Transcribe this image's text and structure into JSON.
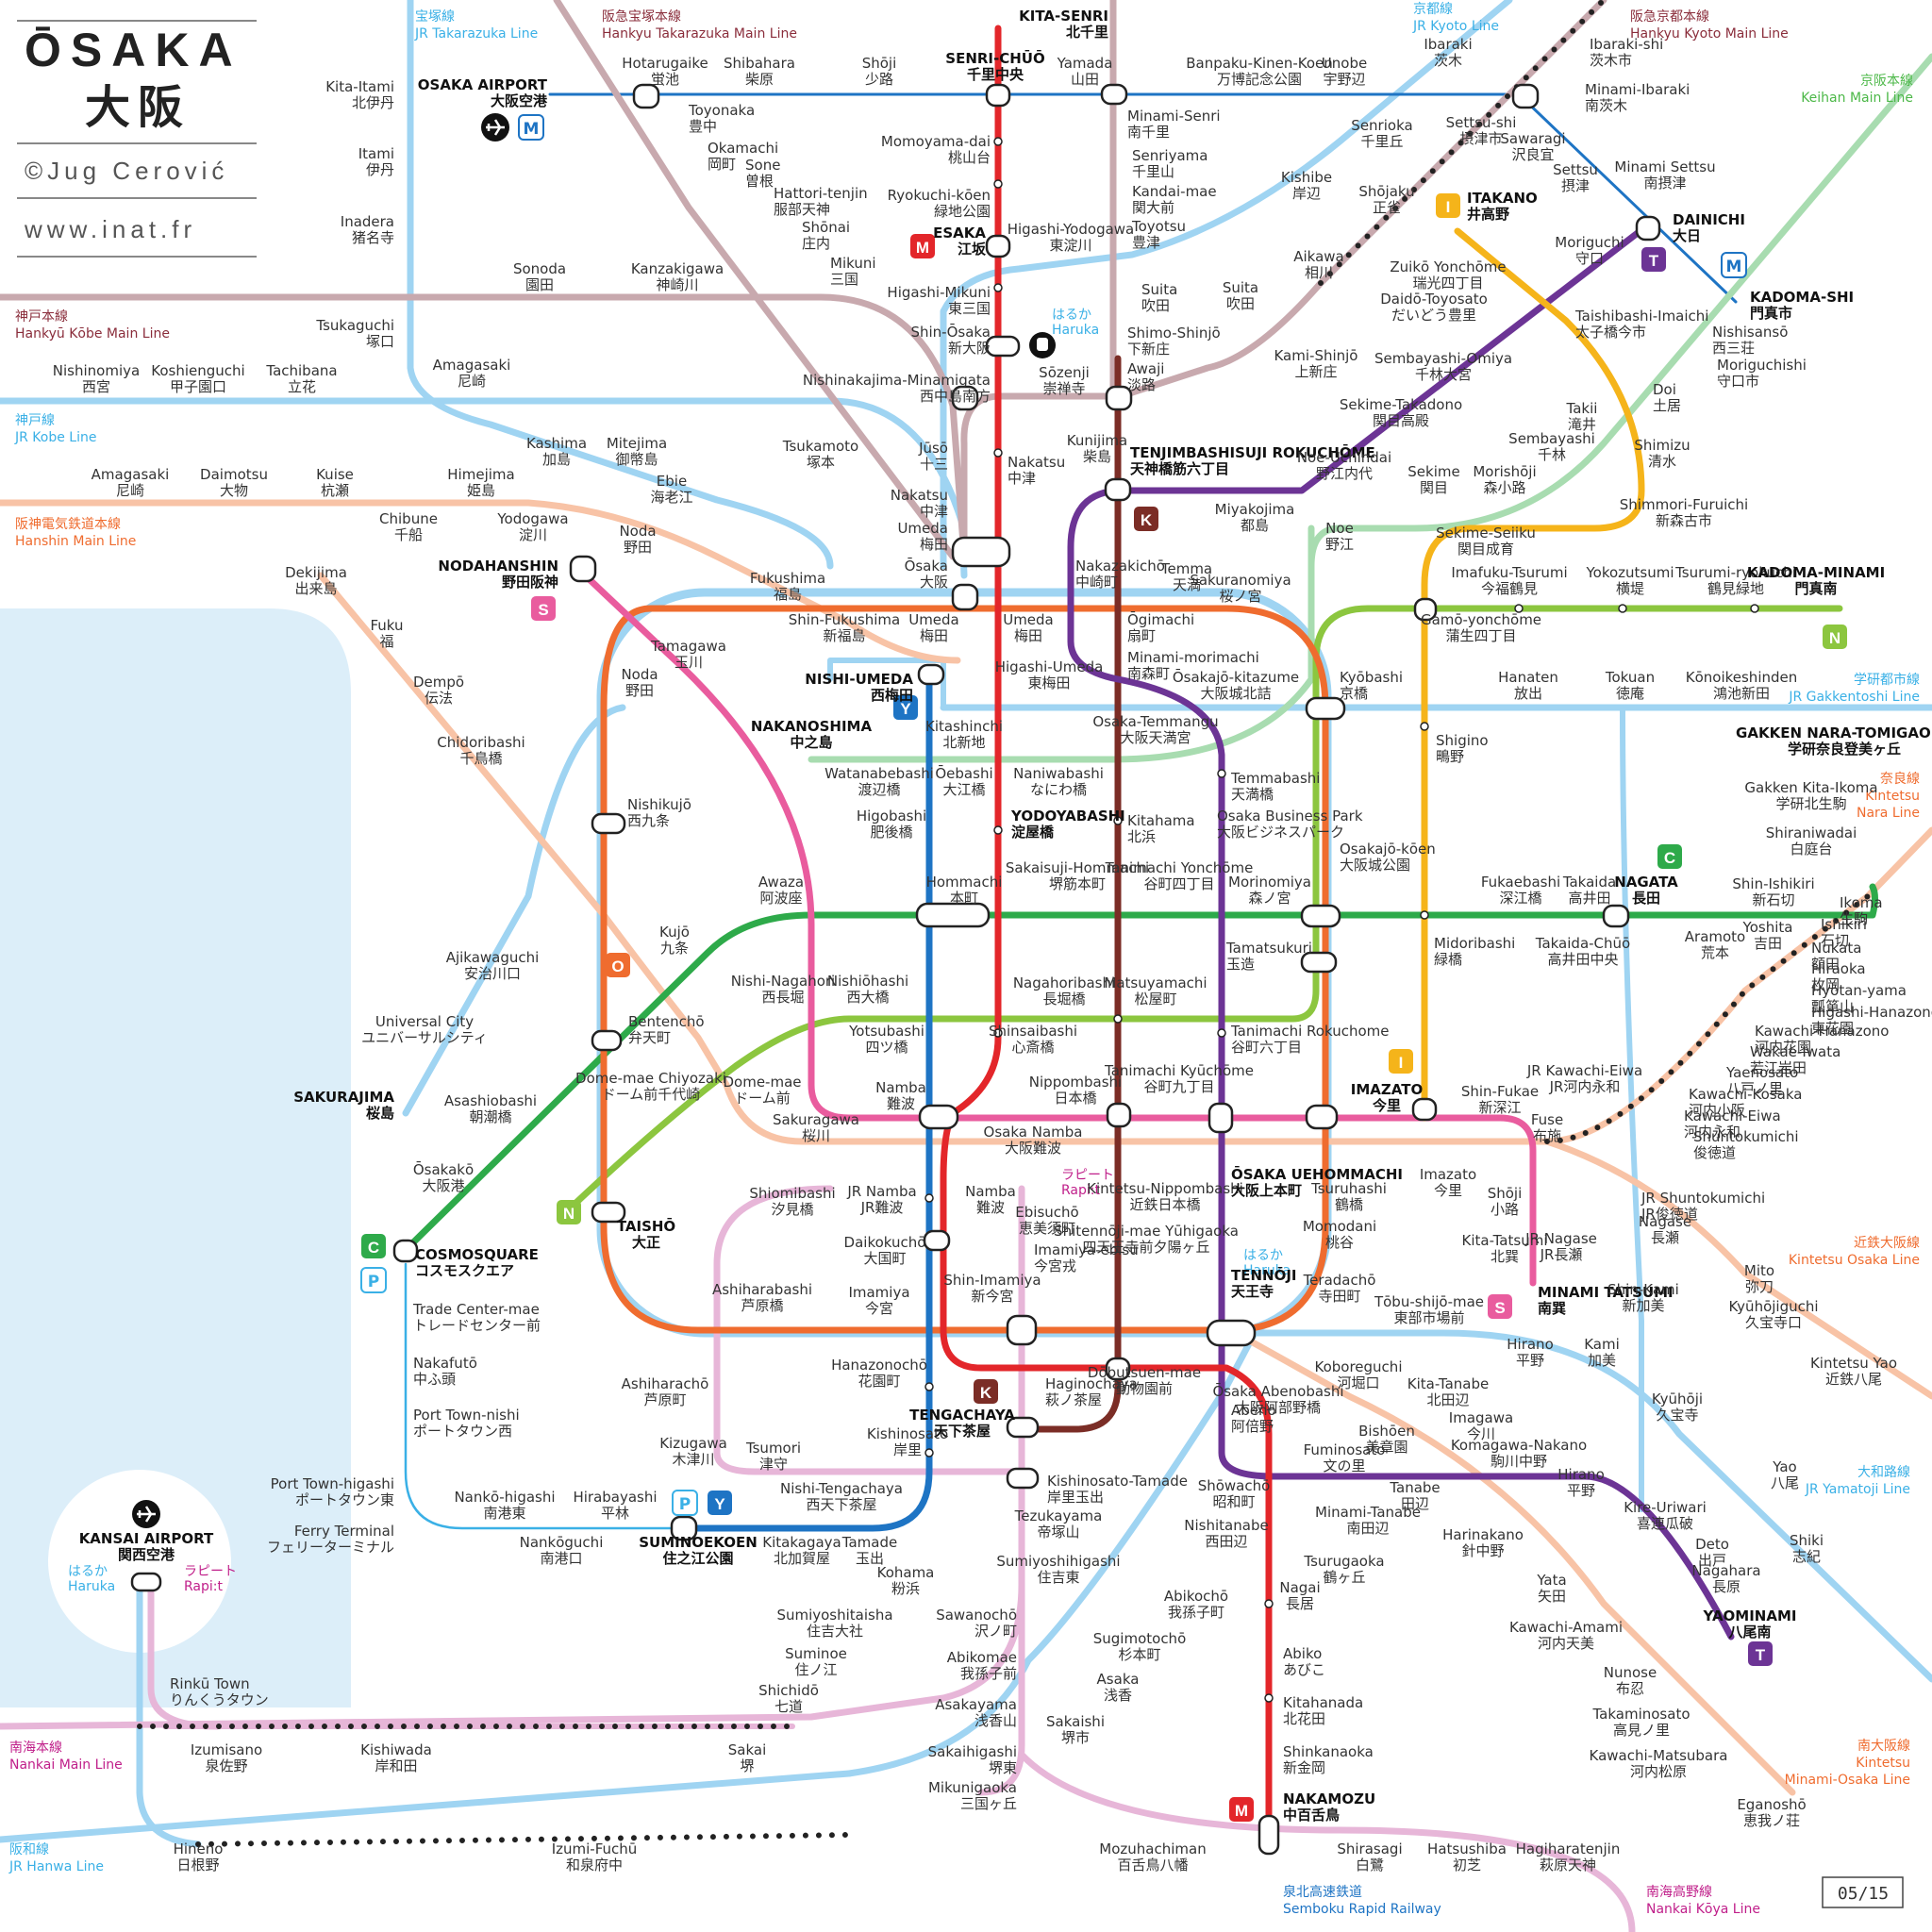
{
  "header": {
    "title": "ŌSAKA",
    "title_kanji": "大阪",
    "author": "©Jug Cerović",
    "website": "www.inat.fr"
  },
  "page_number": "05/15",
  "colors": {
    "midosuji": "#e3262a",
    "tanimachi": "#6c3495",
    "yotsubashi": "#1e74c4",
    "chuo": "#2eaa4a",
    "sennichimae": "#e95c9e",
    "sakaisuji": "#7b2d26",
    "nagahori": "#8cc63f",
    "imazatosuji": "#f5b41a",
    "jr": "#9fd4f2",
    "hankyu": "#c8a9ae",
    "hanshin": "#f8c3a6",
    "keihan": "#a8dcb0",
    "nankai": "#e7b6d8",
    "kintetsu": "#f8c3a6",
    "loop": "#ef6c2f"
  },
  "badges": {
    "M": "M",
    "T": "T",
    "Y": "Y",
    "C": "C",
    "S": "S",
    "K": "K",
    "N": "N",
    "I": "I",
    "O": "O",
    "P": "P"
  },
  "line_labels": {
    "jr_takarazuka_jp": "宝塚線",
    "jr_takarazuka": "JR Takarazuka Line",
    "hk_takarazuka_jp": "阪急宝塚本線",
    "hk_takarazuka": "Hankyu Takarazuka Main Line",
    "jr_kyoto_jp": "京都線",
    "jr_kyoto": "JR Kyoto Line",
    "hk_kyoto_jp": "阪急京都本線",
    "hk_kyoto": "Hankyu Kyoto Main Line",
    "keihan_jp": "京阪本線",
    "keihan": "Keihan Main Line",
    "hk_kobe_jp": "神戸本線",
    "hk_kobe": "Hankyū Kōbe Main Line",
    "jr_kobe_jp": "神戸線",
    "jr_kobe": "JR Kobe Line",
    "hanshin_jp": "阪神電気鉄道本線",
    "hanshin": "Hanshin Main Line",
    "gakkentoshi_jp": "学研都市線",
    "gakkentoshi": "JR Gakkentoshi Line",
    "nara_jp": "奈良線",
    "nara1": "Kintetsu",
    "nara2": "Nara Line",
    "kosaka_jp": "近鉄大阪線",
    "kosaka": "Kintetsu Osaka Line",
    "yamatoji_jp": "大和路線",
    "yamatoji": "JR Yamatoji Line",
    "minamiosaka_jp": "南大阪線",
    "minamiosaka1": "Kintetsu",
    "minamiosaka2": "Minami-Osaka Line",
    "nankai_main_jp": "南海本線",
    "nankai_main": "Nankai Main Line",
    "hanwa_jp": "阪和線",
    "hanwa": "JR Hanwa Line",
    "semboku_jp": "泉北高速鉄道",
    "semboku": "Semboku Rapid Railway",
    "koya_jp": "南海高野線",
    "koya": "Nankai Kōya Line"
  },
  "airport_labels": {
    "haruka_jp": "はるか",
    "haruka": "Haruka",
    "rapit_jp": "ラピート",
    "rapit": "Rapi:t"
  },
  "stations": {
    "kita_senri": [
      "KITA-SENRI",
      "北千里"
    ],
    "osaka_airport": [
      "OSAKA AIRPORT",
      "大阪空港"
    ],
    "hotarugaike": [
      "Hotarugaike",
      "蛍池"
    ],
    "shibahara": [
      "Shibahara",
      "柴原"
    ],
    "shoji": [
      "Shōji",
      "少路"
    ],
    "senri_chuo": [
      "SENRI-CHŪŌ",
      "千里中央"
    ],
    "yamada": [
      "Yamada",
      "山田"
    ],
    "banpaku": [
      "Banpaku-Kinen-Koen",
      "万博記念公園"
    ],
    "unobe": [
      "Unobe",
      "宇野辺"
    ],
    "ibaraki": [
      "Ibaraki",
      "茨木"
    ],
    "ibaraki_shi": [
      "Ibaraki-shi",
      "茨木市"
    ],
    "kita_itami": [
      "Kita-Itami",
      "北伊丹"
    ],
    "itami": [
      "Itami",
      "伊丹"
    ],
    "inadera": [
      "Inadera",
      "猪名寺"
    ],
    "toyonaka": [
      "Toyonaka",
      "豊中"
    ],
    "okamachi": [
      "Okamachi",
      "岡町"
    ],
    "sone": [
      "Sone",
      "曽根"
    ],
    "hattori": [
      "Hattori-tenjin",
      "服部天神"
    ],
    "shonai": [
      "Shōnai",
      "庄内"
    ],
    "mikuni": [
      "Mikuni",
      "三国"
    ],
    "momoyamadai": [
      "Momoyama-dai",
      "桃山台"
    ],
    "ryokuchi": [
      "Ryokuchi-kōen",
      "緑地公園"
    ],
    "esaka": [
      "ESAKA",
      "江坂"
    ],
    "minami_senri": [
      "Minami-Senri",
      "南千里"
    ],
    "senriyama": [
      "Senriyama",
      "千里山"
    ],
    "kandaimae": [
      "Kandai-mae",
      "関大前"
    ],
    "toyotsu": [
      "Toyotsu",
      "豊津"
    ],
    "senrioka": [
      "Senrioka",
      "千里丘"
    ],
    "settsu_shi": [
      "Settsu-shi",
      "摂津市"
    ],
    "minami_ibaraki": [
      "Minami-Ibaraki",
      "南茨木"
    ],
    "sawaragi": [
      "Sawaragi",
      "沢良宜"
    ],
    "kishibe": [
      "Kishibe",
      "岸辺"
    ],
    "shojaku": [
      "Shōjaku",
      "正雀"
    ],
    "settsu": [
      "Settsu",
      "摂津"
    ],
    "minami_settsu": [
      "Minami Settsu",
      "南摂津"
    ],
    "itakano": [
      "ITAKANO",
      "井高野"
    ],
    "dainichi": [
      "DAINICHI",
      "大日"
    ],
    "kadoma_shi": [
      "KADOMA-SHI",
      "門真市"
    ],
    "sonoda": [
      "Sonoda",
      "園田"
    ],
    "kanzakigawa": [
      "Kanzakigawa",
      "神崎川"
    ],
    "higashi_yodogawa": [
      "Higashi-Yodogawa",
      "東淀川"
    ],
    "higashi_mikuni": [
      "Higashi-Mikuni",
      "東三国"
    ],
    "suita_h": [
      "Suita",
      "吹田"
    ],
    "suita_jr": [
      "Suita",
      "吹田"
    ],
    "aikawa": [
      "Aikawa",
      "相川"
    ],
    "zuiko": [
      "Zuikō Yonchōme",
      "瑞光四丁目"
    ],
    "moriguchi": [
      "Moriguchi",
      "守口"
    ],
    "tsukaguchi": [
      "Tsukaguchi",
      "塚口"
    ],
    "shin_osaka": [
      "Shin-Ōsaka",
      "新大阪"
    ],
    "shimo_shinjo": [
      "Shimo-Shinjō",
      "下新庄"
    ],
    "kami_shinjo": [
      "Kami-Shinjō",
      "上新庄"
    ],
    "daido_toyosato": [
      "Daidō-Toyosato",
      "だいどう豊里"
    ],
    "taishibashi": [
      "Taishibashi-Imaichi",
      "太子橋今市"
    ],
    "nishisanso": [
      "Nishisansō",
      "西三荘"
    ],
    "nishinomiya": [
      "Nishinomiya",
      "西宮"
    ],
    "koshienguchi": [
      "Koshienguchi",
      "甲子園口"
    ],
    "tachibana": [
      "Tachibana",
      "立花"
    ],
    "amagasaki_jr": [
      "Amagasaki",
      "尼崎"
    ],
    "nishinakajima": [
      "Nishinakajima-Minamigata",
      "西中島南方"
    ],
    "sozenji": [
      "Sōzenji",
      "崇禅寺"
    ],
    "awaji": [
      "Awaji",
      "淡路"
    ],
    "sembayashi_omiya": [
      "Sembayashi-Omiya",
      "千林大宮"
    ],
    "moriguchishi": [
      "Moriguchishi",
      "守口市"
    ],
    "doi": [
      "Doi",
      "土居"
    ],
    "kashima": [
      "Kashima",
      "加島"
    ],
    "mitejima": [
      "Mitejima",
      "御幣島"
    ],
    "tsukamoto": [
      "Tsukamoto",
      "塚本"
    ],
    "juso": [
      "Jūsō",
      "十三"
    ],
    "kunijima": [
      "Kunijima",
      "柴島"
    ],
    "sekime_takadono": [
      "Sekime-Takadono",
      "関目高殿"
    ],
    "takii": [
      "Takii",
      "滝井"
    ],
    "shimizu": [
      "Shimizu",
      "清水"
    ],
    "sembayashi": [
      "Sembayashi",
      "千林"
    ],
    "amagasaki_hs": [
      "Amagasaki",
      "尼崎"
    ],
    "daimotsu": [
      "Daimotsu",
      "大物"
    ],
    "kuise": [
      "Kuise",
      "杭瀬"
    ],
    "himejima": [
      "Himejima",
      "姫島"
    ],
    "chibune": [
      "Chibune",
      "千船"
    ],
    "yodogawa": [
      "Yodogawa",
      "淀川"
    ],
    "ebie": [
      "Ebie",
      "海老江"
    ],
    "noda_hs": [
      "Noda",
      "野田"
    ],
    "nodahanshin": [
      "NODAHANSHIN",
      "野田阪神"
    ],
    "nakatsu_h": [
      "Nakatsu",
      "中津"
    ],
    "nakatsu_m": [
      "Nakatsu",
      "中津"
    ],
    "tenjimbashi": [
      "TENJIMBASHISUJI ROKUCHŌME",
      "天神橋筋六丁目"
    ],
    "noe_uchindai": [
      "Noe-Uchindai",
      "野江内代"
    ],
    "sekime": [
      "Sekime",
      "関目"
    ],
    "morishoji": [
      "Morishōji",
      "森小路"
    ],
    "shimmori": [
      "Shimmori-Furuichi",
      "新森古市"
    ],
    "miyakojima": [
      "Miyakojima",
      "都島"
    ],
    "noe": [
      "Noe",
      "野江"
    ],
    "sekime_seiiku": [
      "Sekime-Seiiku",
      "関目成育"
    ],
    "dekijima": [
      "Dekijima",
      "出来島"
    ],
    "umeda_h": [
      "Umeda",
      "梅田"
    ],
    "osaka": [
      "Ōsaka",
      "大阪"
    ],
    "nakazakicho": [
      "Nakazakichō",
      "中崎町"
    ],
    "temma": [
      "Temma",
      "天満"
    ],
    "sakuranomiya": [
      "Sakuranomiya",
      "桜ノ宮"
    ],
    "imafuku": [
      "Imafuku-Tsurumi",
      "今福鶴見"
    ],
    "yokozutsumi": [
      "Yokozutsumi",
      "横堤"
    ],
    "tsurumi_ryokuchi": [
      "Tsurumi-ryokuchi",
      "鶴見緑地"
    ],
    "kadoma_minami": [
      "KADOMA-MINAMI",
      "門真南"
    ],
    "fuku": [
      "Fuku",
      "福"
    ],
    "fukushima": [
      "Fukushima",
      "福島"
    ],
    "shin_fukushima": [
      "Shin-Fukushima",
      "新福島"
    ],
    "umeda_y": [
      "Umeda",
      "梅田"
    ],
    "umeda_m": [
      "Umeda",
      "梅田"
    ],
    "ogimachi": [
      "Ōgimachi",
      "扇町"
    ],
    "gamo": [
      "Gamō-yonchōme",
      "蒲生四丁目"
    ],
    "tamagawa": [
      "Tamagawa",
      "玉川"
    ],
    "noda": [
      "Noda",
      "野田"
    ],
    "nishi_umeda": [
      "NISHI-UMEDA",
      "西梅田"
    ],
    "higashi_umeda": [
      "Higashi-Umeda",
      "東梅田"
    ],
    "minami_morimachi": [
      "Minami-morimachi",
      "南森町"
    ],
    "osakajo_kitazume": [
      "Ōsakajō-kitazume",
      "大阪城北詰"
    ],
    "kyobashi": [
      "Kyōbashi",
      "京橋"
    ],
    "hanaten": [
      "Hanaten",
      "放出"
    ],
    "tokuan": [
      "Tokuan",
      "徳庵"
    ],
    "konoikeshinden": [
      "Kōnoikeshinden",
      "鴻池新田"
    ],
    "dempo": [
      "Dempō",
      "伝法"
    ],
    "kitashinchi": [
      "Kitashinchi",
      "北新地"
    ],
    "osaka_temmangu": [
      "Osaka-Temmangu",
      "大阪天満宮"
    ],
    "shigino": [
      "Shigino",
      "鴫野"
    ],
    "gakken_nara": [
      "GAKKEN NARA-TOMIGAOKA",
      "学研奈良登美ヶ丘"
    ],
    "nakanoshima": [
      "NAKANOSHIMA",
      "中之島"
    ],
    "watanabebashi": [
      "Watanabebashi",
      "渡辺橋"
    ],
    "oebashi": [
      "Ōebashi",
      "大江橋"
    ],
    "naniwabashi": [
      "Naniwabashi",
      "なにわ橋"
    ],
    "temmabashi": [
      "Temmabashi",
      "天満橋"
    ],
    "chidoribashi": [
      "Chidoribashi",
      "千鳥橋"
    ],
    "gakken_kita_ikoma": [
      "Gakken Kita-Ikoma",
      "学研北生駒"
    ],
    "nishikujo": [
      "Nishikujō",
      "西九条"
    ],
    "higobashi": [
      "Higobashi",
      "肥後橋"
    ],
    "yodoyabashi": [
      "YODOYABASHI",
      "淀屋橋"
    ],
    "kitahama": [
      "Kitahama",
      "北浜"
    ],
    "osaka_business_park": [
      "Osaka Business Park",
      "大阪ビジネスパーク"
    ],
    "shiraniwadai": [
      "Shiraniwadai",
      "白庭台"
    ],
    "osakajo_koen": [
      "Osakajō-kōen",
      "大阪城公園"
    ],
    "awaza": [
      "Awaza",
      "阿波座"
    ],
    "hommachi": [
      "Hommachi",
      "本町"
    ],
    "sakaisuji_hommachi": [
      "Sakaisuji-Hommachi",
      "堺筋本町"
    ],
    "tanimachi_4": [
      "Tanimachi Yonchōme",
      "谷町四丁目"
    ],
    "morinomiya": [
      "Morinomiya",
      "森ノ宮"
    ],
    "midoribashi": [
      "Midoribashi",
      "緑橋"
    ],
    "fukaebashi": [
      "Fukaebashi",
      "深江橋"
    ],
    "takaida": [
      "Takaida",
      "高井田"
    ],
    "nagata": [
      "NAGATA",
      "長田"
    ],
    "shin_ishikiri": [
      "Shin-Ishikiri",
      "新石切"
    ],
    "ikoma": [
      "Ikoma",
      "生駒"
    ],
    "kujo": [
      "Kujō",
      "九条"
    ],
    "aramoto": [
      "Aramoto",
      "荒本"
    ],
    "yoshita": [
      "Yoshita",
      "吉田"
    ],
    "ishikiri": [
      "Ishikiri",
      "石切"
    ],
    "tamatsukuri": [
      "Tamatsukuri",
      "玉造"
    ],
    "takaida_chuo": [
      "Takaida-Chūō",
      "高井田中央"
    ],
    "nukata": [
      "Nukata",
      "額田"
    ],
    "hiraoka": [
      "Hiraoka",
      "枚岡"
    ],
    "ajikawaguchi": [
      "Ajikawaguchi",
      "安治川口"
    ],
    "nishi_nagahori": [
      "Nishi-Nagahori",
      "西長堀"
    ],
    "nishiohashi": [
      "Nishiōhashi",
      "西大橋"
    ],
    "nagahoribashi": [
      "Nagahoribashi",
      "長堀橋"
    ],
    "matsuyamachi": [
      "Matsuyamachi",
      "松屋町"
    ],
    "hyotan": [
      "Hyōtan-yama",
      "瓢箪山"
    ],
    "higashi_hanazono": [
      "Higashi-Hanazono",
      "東花園"
    ],
    "universal": [
      "Universal City",
      "ユニバーサルシティ"
    ],
    "bentencho": [
      "Bentenchō",
      "弁天町"
    ],
    "yotsubashi": [
      "Yotsubashi",
      "四ツ橋"
    ],
    "shinsaibashi": [
      "Shinsaibashi",
      "心斎橋"
    ],
    "tanimachi_6": [
      "Tanimachi Rokuchome",
      "谷町六丁目"
    ],
    "kawachi_hanazono": [
      "Kawachi-Hanazono",
      "河内花園"
    ],
    "wakae_iwata": [
      "Wakae-Iwata",
      "若江岩田"
    ],
    "dome_mae_chiyozaki": [
      "Dome-mae Chiyozaki",
      "ドーム前千代崎"
    ],
    "dome_mae": [
      "Dome-mae",
      "ドーム前"
    ],
    "yaenosato": [
      "Yaenosato",
      "八戸ノ里"
    ],
    "sakurajima": [
      "SAKURAJIMA",
      "桜島"
    ],
    "asashiobashi": [
      "Asashiobashi",
      "朝潮橋"
    ],
    "namba": [
      "Namba",
      "難波"
    ],
    "nippombashi": [
      "Nippombashi",
      "日本橋"
    ],
    "tanimachi_9": [
      "Tanimachi Kyūchōme",
      "谷町九丁目"
    ],
    "imazato": [
      "IMAZATO",
      "今里"
    ],
    "shin_fukae": [
      "Shin-Fukae",
      "新深江"
    ],
    "jr_kawachi_eiwa": [
      "JR Kawachi-Eiwa",
      "JR河内永和"
    ],
    "kawachi_kosaka": [
      "Kawachi-Kosaka",
      "河内小阪"
    ],
    "kawachi_eiwa": [
      "Kawachi-Eiwa",
      "河内永和"
    ],
    "sakuragawa": [
      "Sakuragawa",
      "桜川"
    ],
    "osaka_namba": [
      "Osaka Namba",
      "大阪難波"
    ],
    "fuse": [
      "Fuse",
      "布施"
    ],
    "shuntokumichi": [
      "Shuntokumichi",
      "俊徳道"
    ],
    "osakako": [
      "Ōsakakō",
      "大阪港"
    ],
    "shiomibashi": [
      "Shiomibashi",
      "汐見橋"
    ],
    "jr_namba": [
      "JR Namba",
      "JR難波"
    ],
    "namba_n": [
      "Namba",
      "難波"
    ],
    "kintetsu_nippombashi": [
      "Kintetsu-Nippombashi",
      "近鉄日本橋"
    ],
    "uehommachi": [
      "ŌSAKA UEHOMMACHI",
      "大阪上本町"
    ],
    "tsuruhashi": [
      "Tsuruhashi",
      "鶴橋"
    ],
    "imazato_k": [
      "Imazato",
      "今里"
    ],
    "shoji_s": [
      "Shōji",
      "小路"
    ],
    "jr_shuntokumichi": [
      "JR Shuntokumichi",
      "JR俊徳道"
    ],
    "taisho": [
      "TAISHŌ",
      "大正"
    ],
    "ebisucho": [
      "Ebisuchō",
      "恵美須町"
    ],
    "shitennoji": [
      "Shitennōji-mae Yūhigaoka",
      "四天王寺前夕陽ヶ丘"
    ],
    "kita_tatsumi": [
      "Kita-Tatsumi",
      "北巽"
    ],
    "jr_nagase": [
      "JR Nagase",
      "JR長瀬"
    ],
    "nagase": [
      "Nagase",
      "長瀬"
    ],
    "cosmosquare": [
      "COSMOSQUARE",
      "コスモスクエア"
    ],
    "daikokucho": [
      "Daikokuchō",
      "大国町"
    ],
    "imamiya_ebisu": [
      "Imamiya-ebisu",
      "今宮戎"
    ],
    "momodani": [
      "Momodani",
      "桃谷"
    ],
    "mito": [
      "Mito",
      "弥刀"
    ],
    "kyuhoji": [
      "Kyūhōjiguchi",
      "久宝寺口"
    ],
    "ashiharabashi": [
      "Ashiharabashi",
      "芦原橋"
    ],
    "imamiya": [
      "Imamiya",
      "今宮"
    ],
    "shin_imamiya": [
      "Shin-Imamiya",
      "新今宮"
    ],
    "tennoji": [
      "TENNŌJI",
      "天王寺"
    ],
    "teradacho": [
      "Teradachō",
      "寺田町"
    ],
    "tobu_shijo": [
      "Tōbu-shijō-mae",
      "東部市場前"
    ],
    "minami_tatsumi": [
      "MINAMI TATSUMI",
      "南巽"
    ],
    "shin_kami": [
      "Shin-Kami",
      "新加美"
    ],
    "trade_center": [
      "Trade Center-mae",
      "トレードセンター前"
    ],
    "hirano_jr": [
      "Hirano",
      "平野"
    ],
    "kami": [
      "Kami",
      "加美"
    ],
    "kintetsu_yao": [
      "Kintetsu Yao",
      "近鉄八尾"
    ],
    "ashiharacho": [
      "Ashiharachō",
      "芦原町"
    ],
    "hanazonocho": [
      "Hanazonochō",
      "花園町"
    ],
    "haginochaya": [
      "Haginochaya",
      "萩ノ茶屋"
    ],
    "dobutsuen": [
      "Dōbutsuen-mae",
      "動物園前"
    ],
    "abenobashi": [
      "Ōsaka Abenobashi",
      "大阪阿部野橋"
    ],
    "koboreguchi": [
      "Koboreguchi",
      "河堀口"
    ],
    "kita_tanabe": [
      "Kita-Tanabe",
      "北田辺"
    ],
    "kyuhoji_jr": [
      "Kyūhōji",
      "久宝寺"
    ],
    "nakafuto": [
      "Nakafutō",
      "中ふ頭"
    ],
    "tengachaya": [
      "TENGACHAYA",
      "天下茶屋"
    ],
    "abeno": [
      "Abeno",
      "阿倍野"
    ],
    "bishoen": [
      "Bishōen",
      "美章園"
    ],
    "imagawa": [
      "Imagawa",
      "今川"
    ],
    "kizugawa": [
      "Kizugawa",
      "木津川"
    ],
    "kishinosato": [
      "Kishinosato",
      "岸里"
    ],
    "komagawa": [
      "Komagawa-Nakano",
      "駒川中野"
    ],
    "port_town_nishi": [
      "Port Town-nishi",
      "ポートタウン西"
    ],
    "tsumori": [
      "Tsumori",
      "津守"
    ],
    "fuminosato": [
      "Fuminosato",
      "文の里"
    ],
    "yao": [
      "Yao",
      "八尾"
    ],
    "port_town_higashi": [
      "Port Town-higashi",
      "ポートタウン東"
    ],
    "kishinosato_tamade": [
      "Kishinosato-Tamade",
      "岸里玉出"
    ],
    "showacho": [
      "Shōwachō",
      "昭和町"
    ],
    "tanabe": [
      "Tanabe",
      "田辺"
    ],
    "hirano": [
      "Hirano",
      "平野"
    ],
    "nishi_tengachaya": [
      "Nishi-Tengachaya",
      "西天下茶屋"
    ],
    "kire_uriwari": [
      "Kire-Uriwari",
      "喜連瓜破"
    ],
    "kansai_airport": [
      "KANSAI AIRPORT",
      "関西空港"
    ],
    "nanko_higashi": [
      "Nankō-higashi",
      "南港東"
    ],
    "hirabayashi": [
      "Hirabayashi",
      "平林"
    ],
    "nishitanabe": [
      "Nishitanabe",
      "西田辺"
    ],
    "minami_tanabe": [
      "Minami-Tanabe",
      "南田辺"
    ],
    "deto": [
      "Deto",
      "出戸"
    ],
    "shiki": [
      "Shiki",
      "志紀"
    ],
    "ferry_terminal": [
      "Ferry Terminal",
      "フェリーターミナル"
    ],
    "tezukayama": [
      "Tezukayama",
      "帝塚山"
    ],
    "harinakano": [
      "Harinakano",
      "針中野"
    ],
    "nanko_guchi": [
      "Nankōguchi",
      "南港口"
    ],
    "kitakagaya": [
      "Kitakagaya",
      "北加賀屋"
    ],
    "tamade": [
      "Tamade",
      "玉出"
    ],
    "suminoekoen": [
      "SUMINOEKOEN",
      "住之江公園"
    ],
    "tsurugaoka": [
      "Tsurugaoka",
      "鶴ヶ丘"
    ],
    "nagahara": [
      "Nagahara",
      "長原"
    ],
    "kohama": [
      "Kohama",
      "粉浜"
    ],
    "sumiyoshihigashi": [
      "Sumiyoshihigashi",
      "住吉東"
    ],
    "nagai": [
      "Nagai",
      "長居"
    ],
    "yata": [
      "Yata",
      "矢田"
    ],
    "yaominami": [
      "YAOMINAMI",
      "八尾南"
    ],
    "abikocho": [
      "Abikochō",
      "我孫子町"
    ],
    "sumiyoshitaisha": [
      "Sumiyoshitaisha",
      "住吉大社"
    ],
    "sawanocho": [
      "Sawanochō",
      "沢ノ町"
    ],
    "kawachi_amami": [
      "Kawachi-Amami",
      "河内天美"
    ],
    "sugimotocho": [
      "Sugimotochō",
      "杉本町"
    ],
    "suminoe": [
      "Suminoe",
      "住ノ江"
    ],
    "abikomae": [
      "Abikomae",
      "我孫子前"
    ],
    "abiko": [
      "Abiko",
      "あびこ"
    ],
    "nunose": [
      "Nunose",
      "布忍"
    ],
    "asaka": [
      "Asaka",
      "浅香"
    ],
    "shichido": [
      "Shichidō",
      "七道"
    ],
    "asakayama": [
      "Asakayama",
      "浅香山"
    ],
    "kitahanada": [
      "Kitahanada",
      "北花田"
    ],
    "takaminosato": [
      "Takaminosato",
      "高見ノ里"
    ],
    "rinku_town": [
      "Rinkū Town",
      "りんくうタウン"
    ],
    "sakaishi": [
      "Sakaishi",
      "堺市"
    ],
    "sakaihigashi": [
      "Sakaihigashi",
      "堺東"
    ],
    "shinkanaoka": [
      "Shinkanaoka",
      "新金岡"
    ],
    "kawachi_matsubara": [
      "Kawachi-Matsubara",
      "河内松原"
    ],
    "izumisano": [
      "Izumisano",
      "泉佐野"
    ],
    "kishiwada": [
      "Kishiwada",
      "岸和田"
    ],
    "sakai": [
      "Sakai",
      "堺"
    ],
    "mikunigaoka": [
      "Mikunigaoka",
      "三国ヶ丘"
    ],
    "nakamozu": [
      "NAKAMOZU",
      "中百舌鳥"
    ],
    "eganosho": [
      "Eganoshō",
      "恵我ノ荘"
    ],
    "hineno": [
      "Hineno",
      "日根野"
    ],
    "izumi_fuchu": [
      "Izumi-Fuchū",
      "和泉府中"
    ],
    "mozuhachiman": [
      "Mozuhachiman",
      "百舌鳥八幡"
    ],
    "shirasagi": [
      "Shirasagi",
      "白鷺"
    ],
    "hatsushiba": [
      "Hatsushiba",
      "初芝"
    ],
    "hagiharatenjin": [
      "Hagiharatenjin",
      "萩原天神"
    ]
  }
}
